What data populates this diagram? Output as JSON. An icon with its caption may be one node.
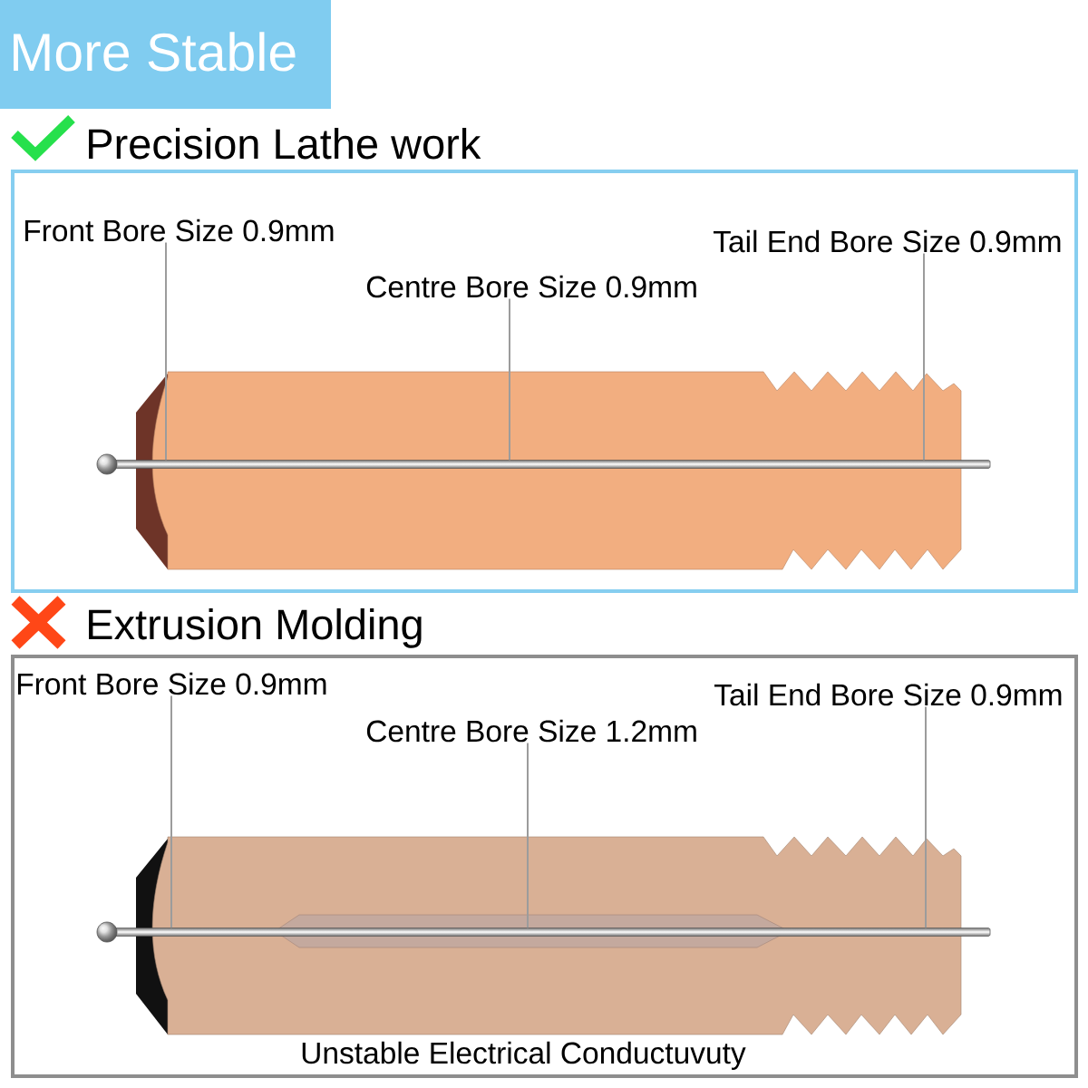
{
  "diagram": {
    "title": "More Stable",
    "nodes": [
      {
        "text": [
          "Precision Lathe work"
        ]
      },
      {
        "text": [
          "Front Bore Size 0.9mm"
        ],
        "in": 0
      },
      {
        "text": [
          "Centre Bore Size 0.9mm"
        ],
        "in": 0
      },
      {
        "text": [
          "Tail End Bore Size 0.9mm"
        ],
        "in": 0
      },
      {
        "text": [],
        "shape": "bar",
        "in": 0
      },
      {
        "text": [
          "Extrusion Molding"
        ]
      },
      {
        "text": [
          "Front Bore Size 0.9mm"
        ],
        "in": 5
      },
      {
        "text": [
          "Centre Bore Size 1.2mm"
        ],
        "in": 5
      },
      {
        "text": [
          "Tail End Bore Size 0.9mm"
        ],
        "in": 5
      },
      {
        "text": [],
        "shape": "bar",
        "in": 5
      }
    ],
    "edges": [
      {
        "from": 1,
        "to": 4,
        "arrow": "none"
      },
      {
        "from": 2,
        "to": 4,
        "arrow": "none"
      },
      {
        "from": 3,
        "to": 4,
        "arrow": "none"
      },
      {
        "from": 6,
        "to": 9,
        "arrow": "none"
      },
      {
        "from": 7,
        "to": 9,
        "arrow": "none"
      },
      {
        "from": 8,
        "to": 9,
        "arrow": "none"
      }
    ],
    "labels": [
      "Unstable Electrical Conductuvuty"
    ]
  }
}
